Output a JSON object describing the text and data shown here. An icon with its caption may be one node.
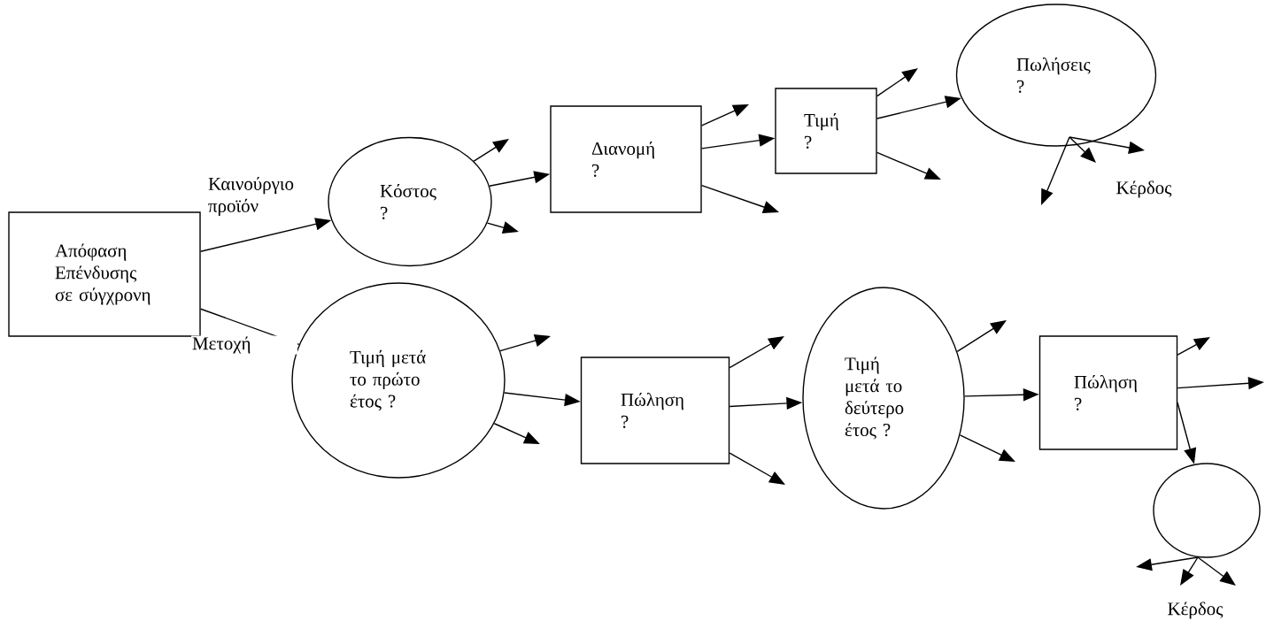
{
  "diagram": {
    "nodes": [
      {
        "text": [
          "Απόφαση Επένδυσης σε σύγχρονη"
        ]
      },
      {
        "text": [
          "Κόστος ?"
        ]
      },
      {
        "text": [
          "Διανομή ?"
        ]
      },
      {
        "text": [
          "Τιμή ?"
        ]
      },
      {
        "text": [
          "Πωλήσεις ?"
        ]
      },
      {
        "text": [
          "Τιμή μετά το πρώτο έτος ?"
        ]
      },
      {
        "text": [
          "Πώληση ?"
        ]
      },
      {
        "text": [
          "Τιμή μετά το δεύτερο έτος ?"
        ]
      },
      {
        "text": [
          "Πώληση ?"
        ]
      },
      {
        "text": [],
        "shape": "circle"
      }
    ],
    "edges": [
      {
        "from": 0,
        "to": 1,
        "arrow": "to",
        "label": "Καινούργιο προϊόν"
      },
      {
        "from": 0,
        "to": 5,
        "arrow": "none",
        "label": "Μετοχή"
      },
      {
        "from": 1,
        "to": 2,
        "arrow": "to"
      },
      {
        "from": 1,
        "to": null,
        "arrow": "to"
      },
      {
        "from": 1,
        "to": null,
        "arrow": "to"
      },
      {
        "from": 2,
        "to": 3,
        "arrow": "to"
      },
      {
        "from": 2,
        "to": null,
        "arrow": "to"
      },
      {
        "from": 2,
        "to": null,
        "arrow": "to"
      },
      {
        "from": 3,
        "to": 4,
        "arrow": "to"
      },
      {
        "from": 3,
        "to": null,
        "arrow": "to"
      },
      {
        "from": 3,
        "to": null,
        "arrow": "to"
      },
      {
        "from": 4,
        "to": null,
        "arrow": "to"
      },
      {
        "from": 4,
        "to": null,
        "arrow": "to"
      },
      {
        "from": 4,
        "to": null,
        "arrow": "to"
      },
      {
        "from": 5,
        "to": 6,
        "arrow": "to"
      },
      {
        "from": 5,
        "to": null,
        "arrow": "to"
      },
      {
        "from": 5,
        "to": null,
        "arrow": "to"
      },
      {
        "from": 6,
        "to": 7,
        "arrow": "to"
      },
      {
        "from": 6,
        "to": null,
        "arrow": "to"
      },
      {
        "from": 6,
        "to": null,
        "arrow": "to"
      },
      {
        "from": 7,
        "to": 8,
        "arrow": "to"
      },
      {
        "from": 7,
        "to": null,
        "arrow": "to"
      },
      {
        "from": 7,
        "to": null,
        "arrow": "to"
      },
      {
        "from": 8,
        "to": 9,
        "arrow": "to"
      },
      {
        "from": 8,
        "to": null,
        "arrow": "to"
      },
      {
        "from": 8,
        "to": null,
        "arrow": "to"
      },
      {
        "from": 9,
        "to": null,
        "arrow": "to"
      },
      {
        "from": 9,
        "to": null,
        "arrow": "to"
      },
      {
        "from": 9,
        "to": null,
        "arrow": "to"
      }
    ],
    "labels": [
      "Κέρδος",
      "Κέρδος"
    ]
  }
}
